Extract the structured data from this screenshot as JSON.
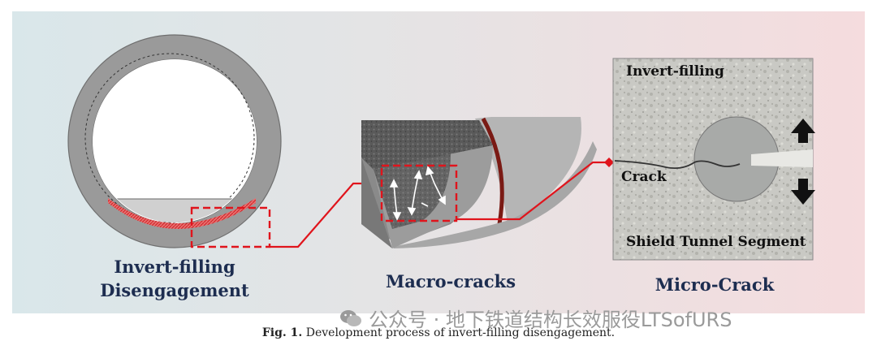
{
  "figure": {
    "panels": [
      {
        "title_line1": "Invert-filling",
        "title_line2": "Disengagement"
      },
      {
        "title_line1": "Macro-cracks"
      },
      {
        "title_line1": "Micro-Crack"
      }
    ],
    "micro_labels": {
      "top": "Invert-filling",
      "middle": "Crack",
      "bottom": "Shield Tunnel Segment"
    },
    "colors": {
      "ring": "#9a9a9a",
      "highlight": "#e0141c",
      "label": "#1d2d50",
      "bg_left": "#dbe8ea",
      "bg_right": "#f4dcde"
    }
  },
  "caption": {
    "label": "Fig. 1.",
    "text": "Development process of invert-filling disengagement."
  },
  "watermark": {
    "icon": "wechat-icon",
    "text": "公众号 · 地下铁道结构长效服役LTSofURS"
  }
}
